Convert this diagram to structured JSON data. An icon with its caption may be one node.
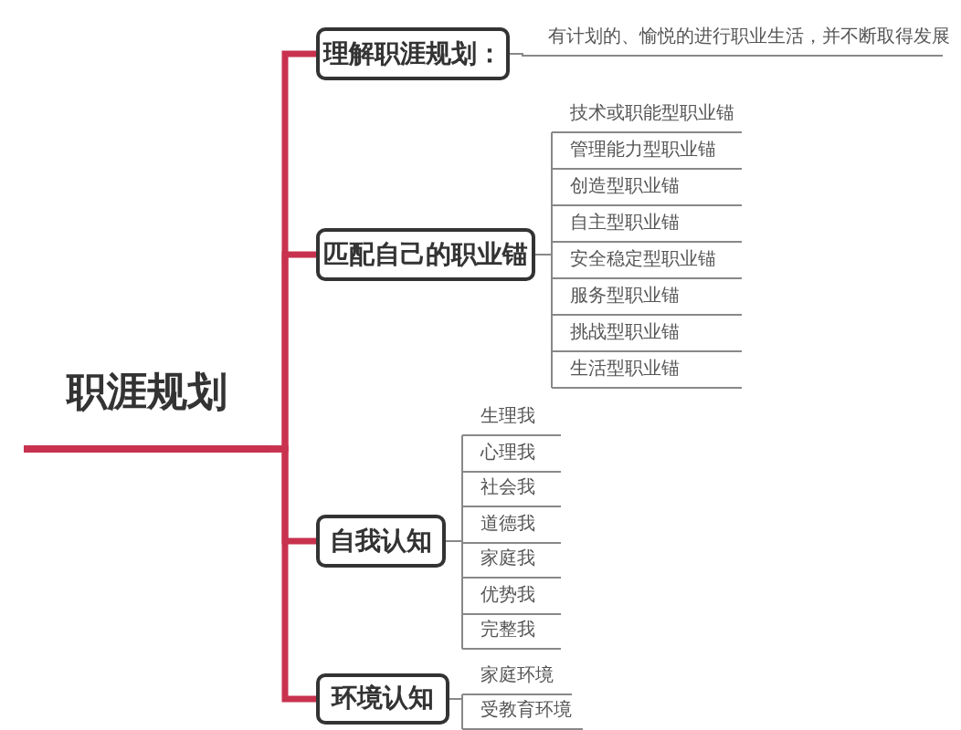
{
  "diagram": {
    "nodes": [
      {
        "text": [
          "职涯规划"
        ]
      },
      {
        "text": [
          "理解职涯规划："
        ]
      },
      {
        "text": [
          "有计划的、愉悦的进行职业生活，并不断取得发展"
        ]
      },
      {
        "text": [
          "匹配自己的职业锚"
        ]
      },
      {
        "text": [
          "技术或职能型职业锚"
        ]
      },
      {
        "text": [
          "管理能力型职业锚"
        ]
      },
      {
        "text": [
          "创造型职业锚"
        ]
      },
      {
        "text": [
          "自主型职业锚"
        ]
      },
      {
        "text": [
          "安全稳定型职业锚"
        ]
      },
      {
        "text": [
          "服务型职业锚"
        ]
      },
      {
        "text": [
          "挑战型职业锚"
        ]
      },
      {
        "text": [
          "生活型职业锚"
        ]
      },
      {
        "text": [
          "自我认知"
        ]
      },
      {
        "text": [
          "生理我"
        ]
      },
      {
        "text": [
          "心理我"
        ]
      },
      {
        "text": [
          "社会我"
        ]
      },
      {
        "text": [
          "道德我"
        ]
      },
      {
        "text": [
          "家庭我"
        ]
      },
      {
        "text": [
          "优势我"
        ]
      },
      {
        "text": [
          "完整我"
        ]
      },
      {
        "text": [
          "环境认知"
        ]
      },
      {
        "text": [
          "家庭环境"
        ]
      },
      {
        "text": [
          "受教育环境"
        ]
      }
    ],
    "edges": [
      {
        "from": 0,
        "to": 1,
        "arrow": "none",
        "style": "thick",
        "color": "#c8324f"
      },
      {
        "from": 0,
        "to": 3,
        "arrow": "none",
        "style": "thick",
        "color": "#c8324f"
      },
      {
        "from": 0,
        "to": 12,
        "arrow": "none",
        "style": "thick",
        "color": "#c8324f"
      },
      {
        "from": 0,
        "to": 20,
        "arrow": "none",
        "style": "thick",
        "color": "#c8324f"
      },
      {
        "from": 1,
        "to": 2,
        "arrow": "none"
      },
      {
        "from": 3,
        "to": 4,
        "arrow": "none"
      },
      {
        "from": 3,
        "to": 5,
        "arrow": "none"
      },
      {
        "from": 3,
        "to": 6,
        "arrow": "none"
      },
      {
        "from": 3,
        "to": 7,
        "arrow": "none"
      },
      {
        "from": 3,
        "to": 8,
        "arrow": "none"
      },
      {
        "from": 3,
        "to": 9,
        "arrow": "none"
      },
      {
        "from": 3,
        "to": 10,
        "arrow": "none"
      },
      {
        "from": 3,
        "to": 11,
        "arrow": "none"
      },
      {
        "from": 12,
        "to": 13,
        "arrow": "none"
      },
      {
        "from": 12,
        "to": 14,
        "arrow": "none"
      },
      {
        "from": 12,
        "to": 15,
        "arrow": "none"
      },
      {
        "from": 12,
        "to": 16,
        "arrow": "none"
      },
      {
        "from": 12,
        "to": 17,
        "arrow": "none"
      },
      {
        "from": 12,
        "to": 18,
        "arrow": "none"
      },
      {
        "from": 12,
        "to": 19,
        "arrow": "none"
      },
      {
        "from": 20,
        "to": 21,
        "arrow": "none"
      },
      {
        "from": 20,
        "to": 22,
        "arrow": "none"
      }
    ]
  }
}
